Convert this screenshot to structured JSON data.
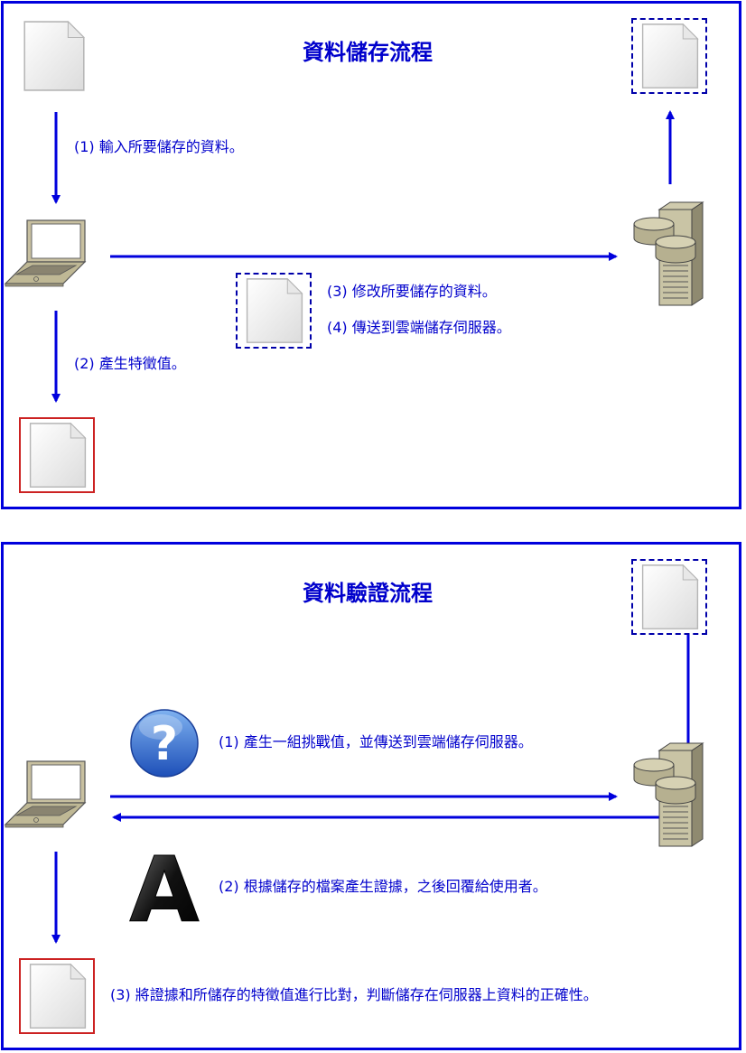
{
  "storage": {
    "title": "資料儲存流程",
    "step1": "(1) 輸入所要儲存的資料。",
    "step2": "(2) 產生特徵值。",
    "step3": "(3) 修改所要儲存的資料。",
    "step4": "(4) 傳送到雲端儲存伺服器。"
  },
  "verification": {
    "title": "資料驗證流程",
    "step1": "(1) 產生一組挑戰值，並傳送到雲端儲存伺服器。",
    "step2": "(2) 根據儲存的檔案產生證據，之後回覆給使用者。",
    "step3": "(3) 將證據和所儲存的特徵值進行比對，判斷儲存在伺服器上資料的正確性。"
  },
  "icons": {
    "challenge": "question-mark-icon",
    "answer": "letter-a-icon",
    "document": "document-icon",
    "laptop": "laptop-icon",
    "server": "server-icon"
  },
  "colors": {
    "accent": "#0000dd",
    "highlight": "#cc2222"
  }
}
